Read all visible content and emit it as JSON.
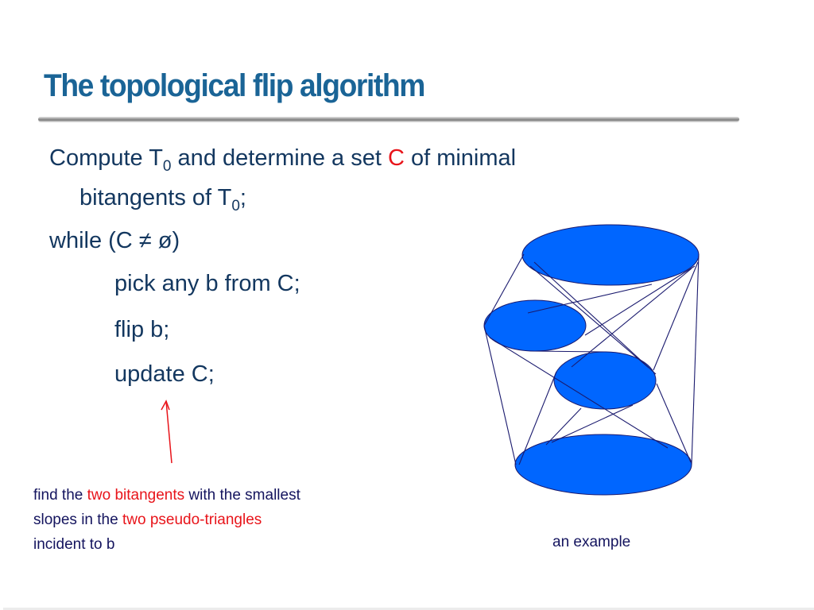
{
  "slide": {
    "title": "The topological flip algorithm",
    "algorithm": {
      "line1": {
        "part1": "Compute T",
        "sub1": "0",
        "part2": " and determine a set ",
        "highlight": "C",
        "part3": " of minimal"
      },
      "line2": {
        "part1": "bitangents of T",
        "sub1": "0",
        "part2": ";"
      },
      "line3": "while (C ≠ ø)",
      "line4": "pick any b from C;",
      "line5": "flip b;",
      "line6": "update C;"
    },
    "annotation": {
      "line1_a": "find the ",
      "line1_red": "two bitangents",
      "line1_b": " with the smallest",
      "line2_a": "slopes in the ",
      "line2_red": "two pseudo-triangles",
      "line3": "incident to b"
    },
    "figure_caption": "an example",
    "colors": {
      "title": "#1a6496",
      "body_text": "#13375f",
      "highlight_red": "#e8141a",
      "annotation_text": "#14145e",
      "ellipse_fill": "#0066ff",
      "bitangent_line": "#1a1a6e",
      "arrow": "#e8141a"
    }
  }
}
